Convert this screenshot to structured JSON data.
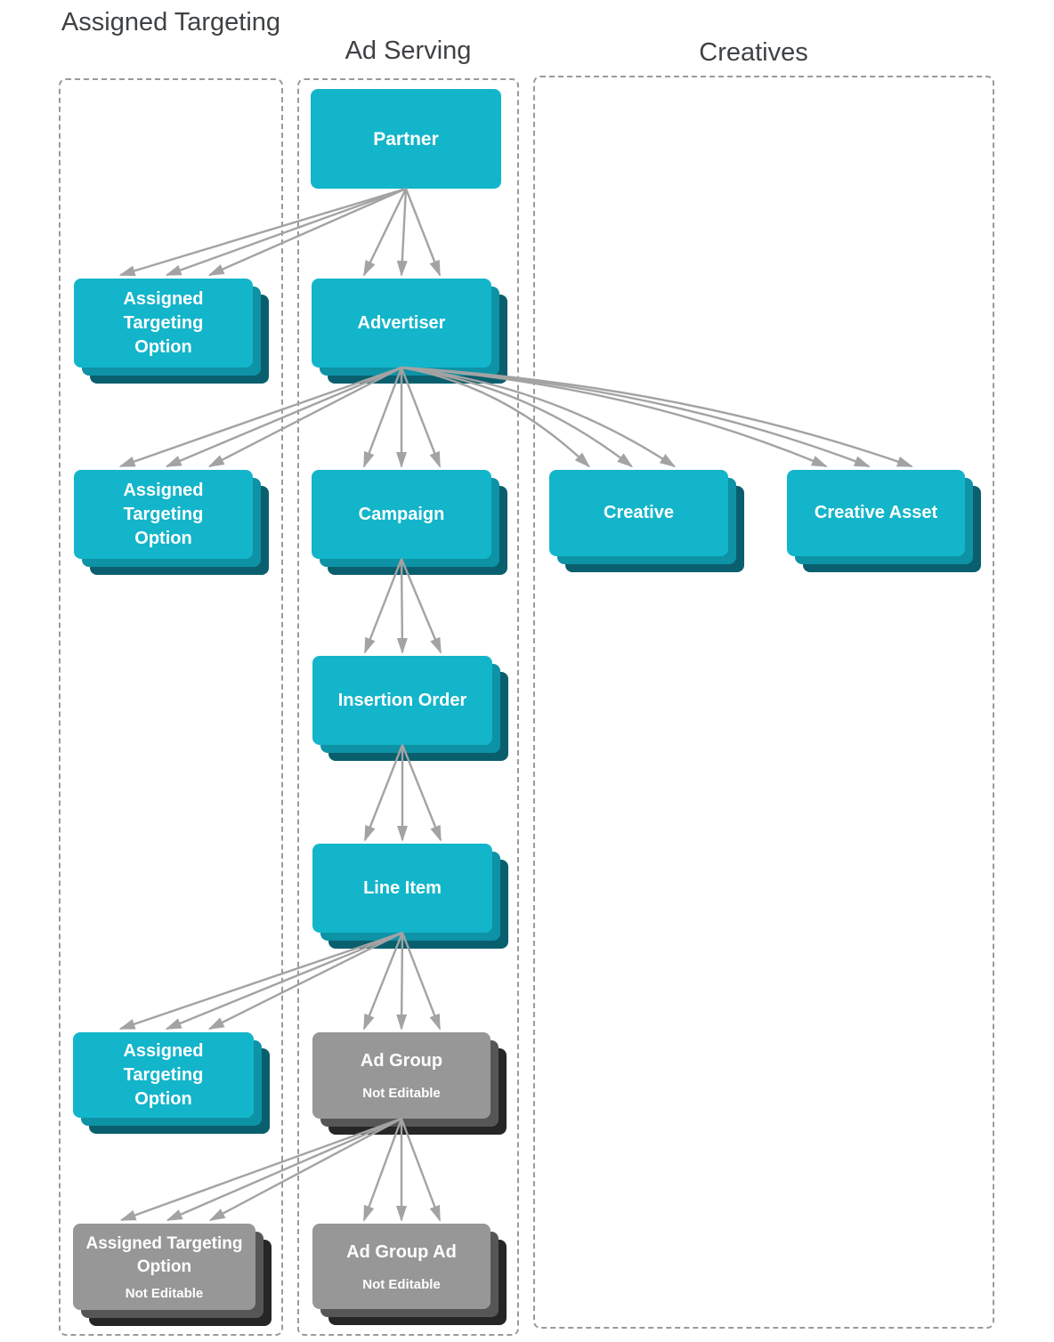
{
  "diagram": {
    "columns": [
      {
        "id": "assigned_targeting",
        "label": "Assigned Targeting"
      },
      {
        "id": "ad_serving",
        "label": "Ad Serving"
      },
      {
        "id": "creatives",
        "label": "Creatives"
      }
    ],
    "nodes": {
      "partner": {
        "label": "Partner",
        "editable": true,
        "stacked": false
      },
      "ato_partner": {
        "label": "Assigned Targeting Option",
        "editable": true,
        "stacked": true
      },
      "advertiser": {
        "label": "Advertiser",
        "editable": true,
        "stacked": true
      },
      "ato_advertiser": {
        "label": "Assigned Targeting Option",
        "editable": true,
        "stacked": true
      },
      "campaign": {
        "label": "Campaign",
        "editable": true,
        "stacked": true
      },
      "creative": {
        "label": "Creative",
        "editable": true,
        "stacked": true
      },
      "creative_asset": {
        "label": "Creative Asset",
        "editable": true,
        "stacked": true
      },
      "insertion_order": {
        "label": "Insertion Order",
        "editable": true,
        "stacked": true
      },
      "line_item": {
        "label": "Line Item",
        "editable": true,
        "stacked": true
      },
      "ato_line_item": {
        "label": "Assigned Targeting Option",
        "editable": true,
        "stacked": true
      },
      "ad_group": {
        "label": "Ad Group",
        "sublabel": "Not Editable",
        "editable": false,
        "stacked": true
      },
      "ato_ad_group": {
        "label": "Assigned Targeting Option",
        "sublabel": "Not Editable",
        "editable": false,
        "stacked": true
      },
      "ad_group_ad": {
        "label": "Ad Group Ad",
        "sublabel": "Not Editable",
        "editable": false,
        "stacked": true
      }
    },
    "edges": [
      {
        "from": "partner",
        "to": "ato_partner"
      },
      {
        "from": "partner",
        "to": "advertiser"
      },
      {
        "from": "advertiser",
        "to": "ato_advertiser"
      },
      {
        "from": "advertiser",
        "to": "campaign"
      },
      {
        "from": "advertiser",
        "to": "creative"
      },
      {
        "from": "advertiser",
        "to": "creative_asset"
      },
      {
        "from": "campaign",
        "to": "insertion_order"
      },
      {
        "from": "insertion_order",
        "to": "line_item"
      },
      {
        "from": "line_item",
        "to": "ato_line_item"
      },
      {
        "from": "line_item",
        "to": "ad_group"
      },
      {
        "from": "ad_group",
        "to": "ato_ad_group"
      },
      {
        "from": "ad_group",
        "to": "ad_group_ad"
      }
    ],
    "colors": {
      "editable_box": "#13b5ca",
      "editable_layer2": "#0d92a6",
      "editable_layer3": "#0a5f6e",
      "readonly_box": "#979797",
      "readonly_layer2": "#565656",
      "readonly_layer3": "#262626",
      "arrow": "#a3a3a3",
      "dashed_border": "#9a9a9a",
      "heading_text": "#3f4245",
      "box_text": "#ffffff"
    }
  }
}
